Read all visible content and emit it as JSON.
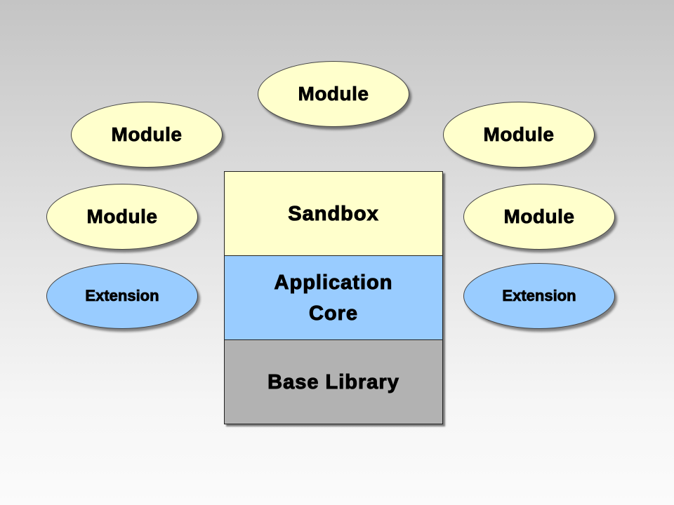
{
  "modules": [
    "Module",
    "Module",
    "Module",
    "Module",
    "Module"
  ],
  "extensions": [
    "Extension",
    "Extension"
  ],
  "stack": {
    "sandbox": "Sandbox",
    "core_line1": "Application",
    "core_line2": "Core",
    "base": "Base Library"
  },
  "colors": {
    "module": "#ffffcc",
    "extension": "#99ccff",
    "core": "#99ccff",
    "base": "#b2b2b2"
  }
}
